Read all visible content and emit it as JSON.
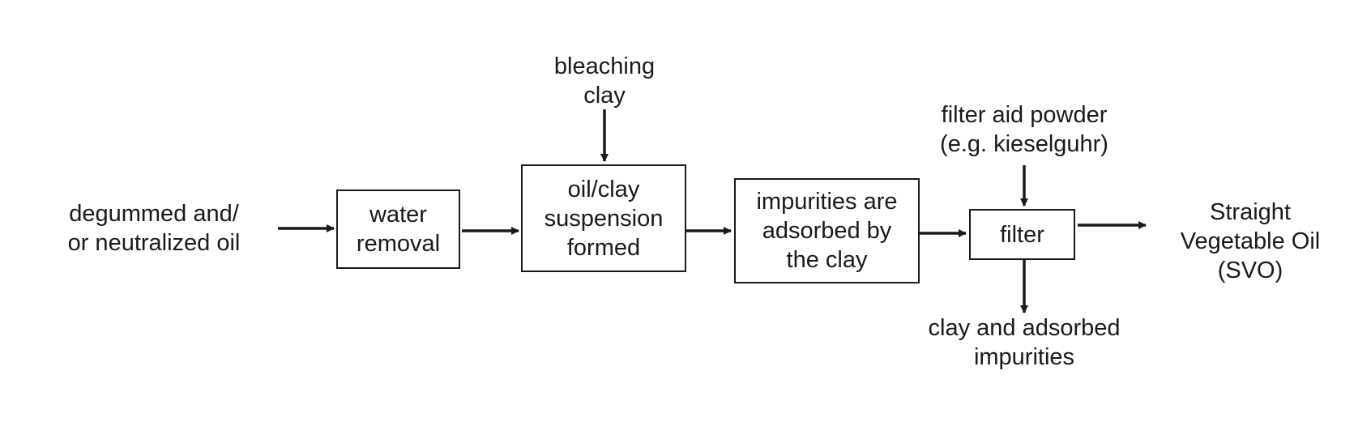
{
  "diagram": {
    "input": "degummed and/\nor neutralized oil",
    "steps": [
      "water\nremoval",
      "oil/clay\nsuspension\nformed",
      "impurities are\nadsorbed by\nthe clay",
      "filter"
    ],
    "bleaching_clay": "bleaching\nclay",
    "filter_aid": "filter aid powder\n(e.g. kieselguhr)",
    "waste": "clay and adsorbed\nimpurities",
    "output": "Straight\nVegetable Oil\n(SVO)"
  }
}
